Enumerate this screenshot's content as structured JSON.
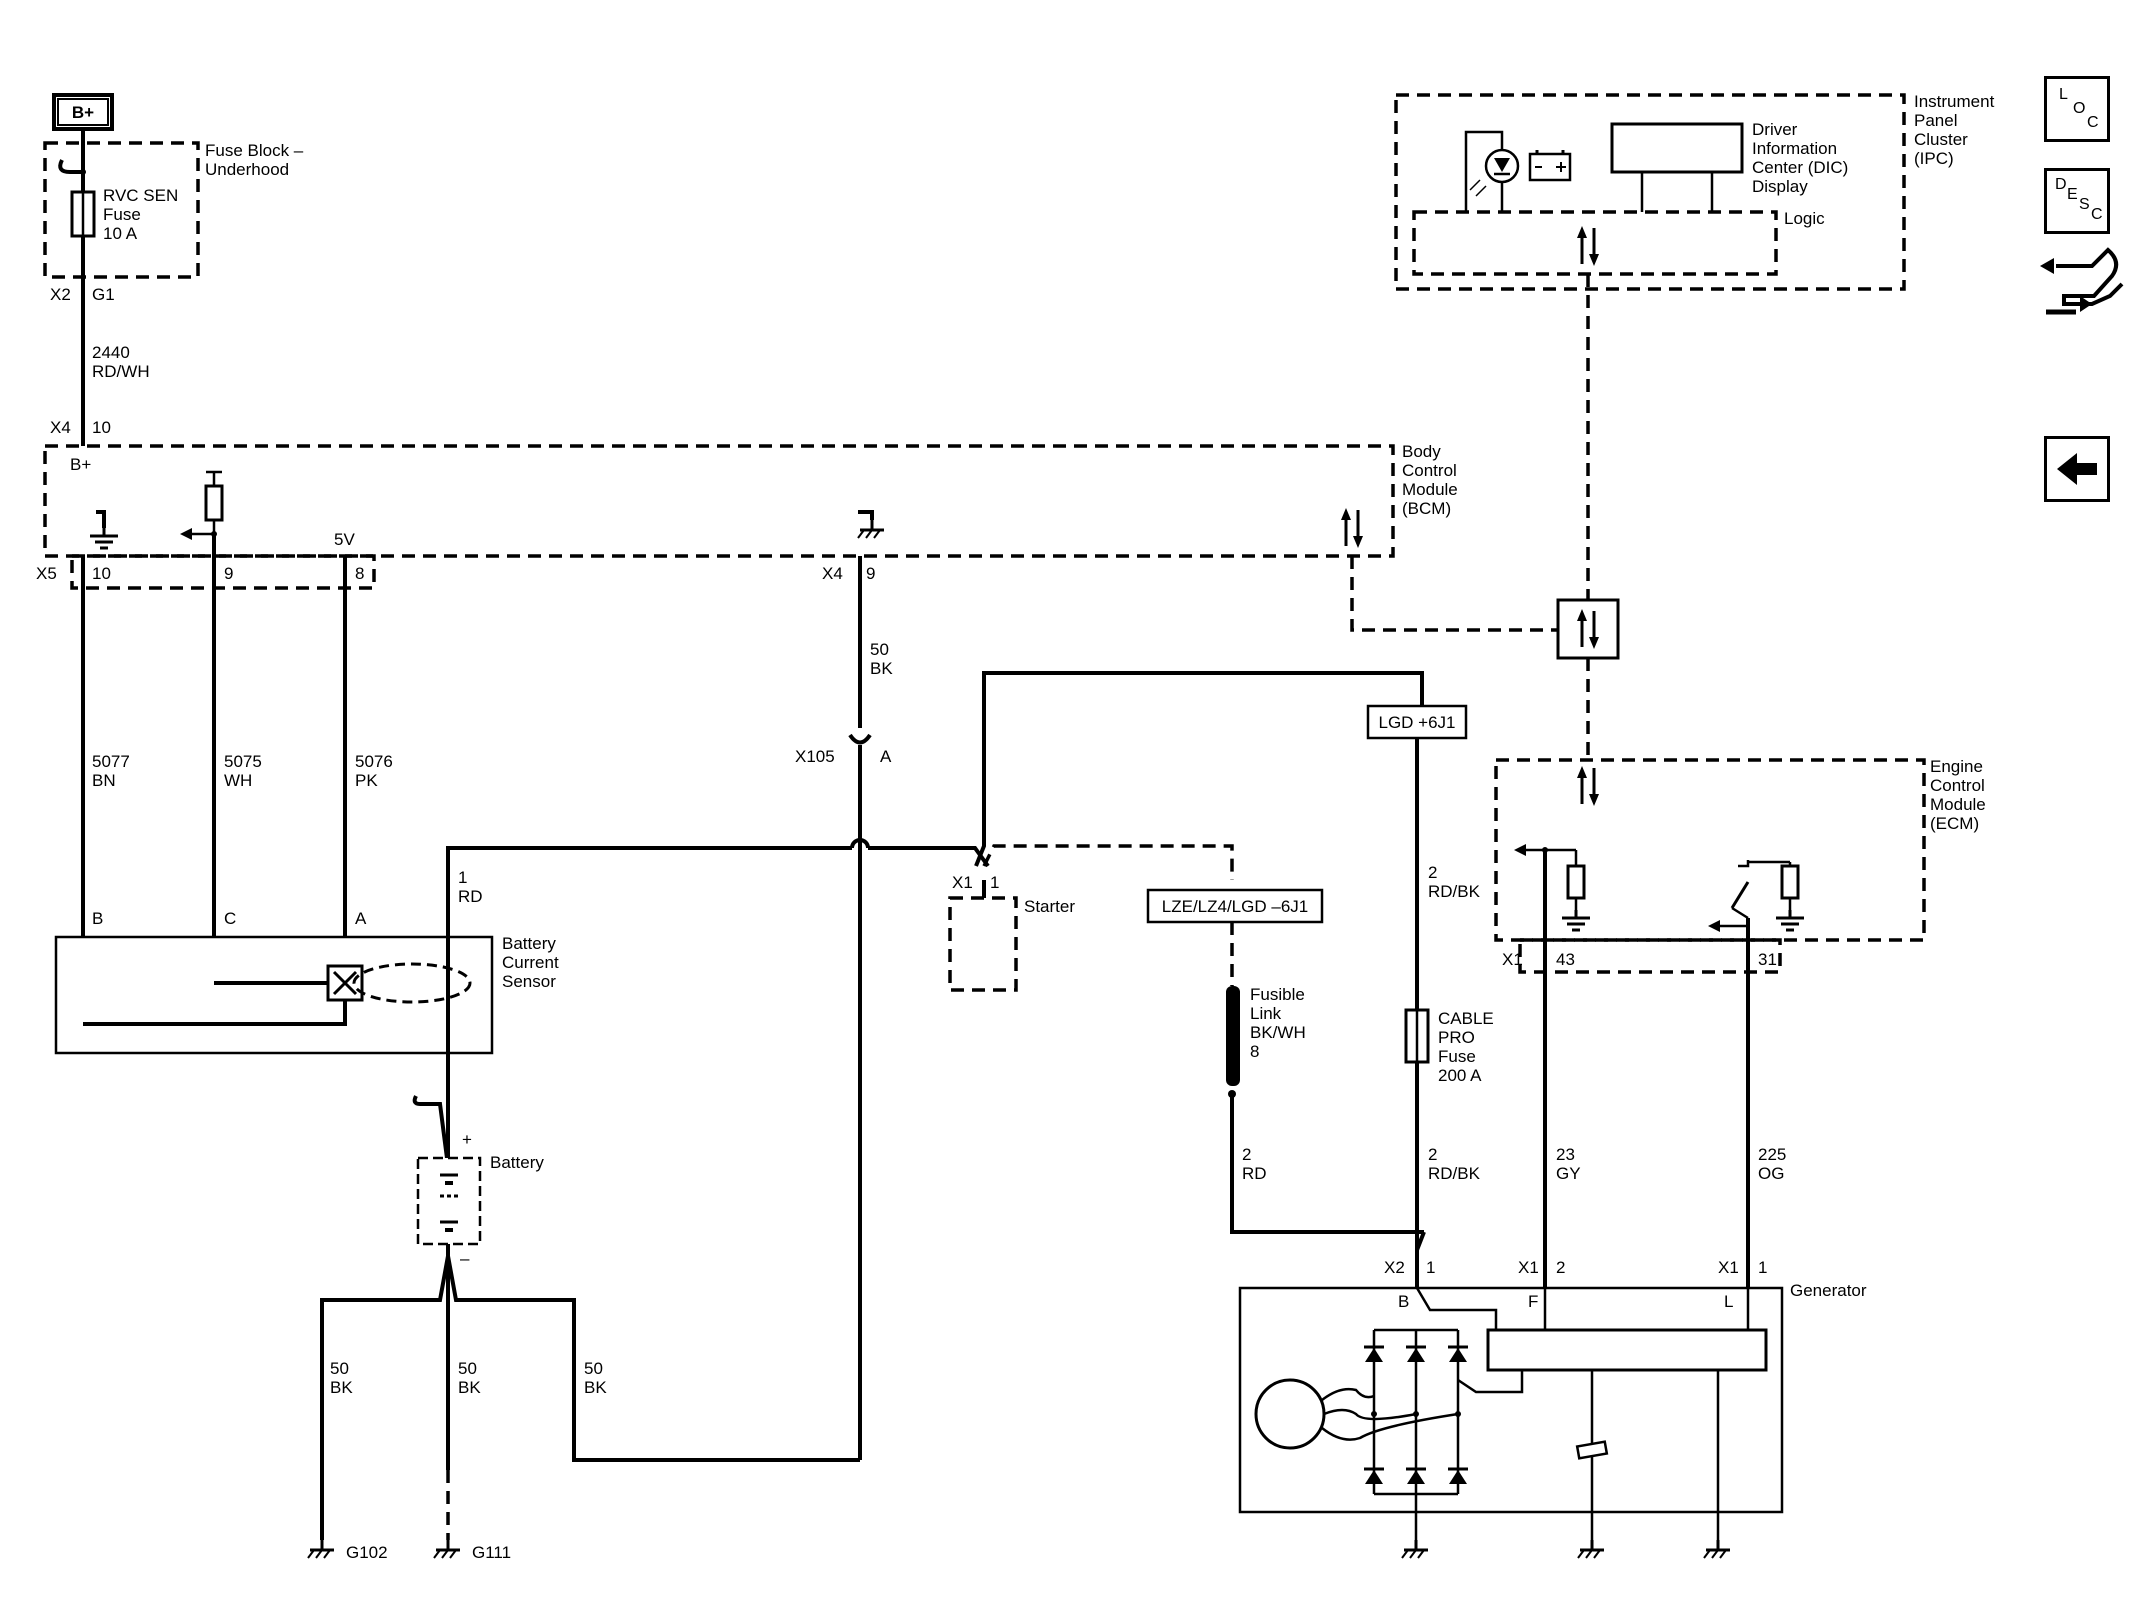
{
  "power": {
    "bplus_tag": "B+"
  },
  "fuse_block": {
    "title_line1": "Fuse Block –",
    "title_line2": "Underhood",
    "fuse_line1": "RVC SEN",
    "fuse_line2": "Fuse",
    "fuse_line3": "10 A",
    "conn_x2": "X2",
    "pin_g1": "G1"
  },
  "wire_2440": {
    "circuit": "2440",
    "color": "RD/WH"
  },
  "bcm": {
    "title": [
      "Body",
      "Control",
      "Module",
      "(BCM)"
    ],
    "x4_top": "X4",
    "pin_10_top": "10",
    "bplus": "B+",
    "v5": "5V",
    "x5": "X5",
    "pin_10": "10",
    "pin_9": "9",
    "pin_8": "8",
    "x4_right": "X4",
    "pin_9_right": "9"
  },
  "wires": {
    "w5077": {
      "circuit": "5077",
      "color": "BN"
    },
    "w5075": {
      "circuit": "5075",
      "color": "WH"
    },
    "w5076": {
      "circuit": "5076",
      "color": "PK"
    },
    "w50_top": {
      "circuit": "50",
      "color": "BK"
    },
    "w1_rd": {
      "circuit": "1",
      "color": "RD"
    },
    "w2_rdbk_top": {
      "circuit": "2",
      "color": "RD/BK"
    },
    "w2_rd": {
      "circuit": "2",
      "color": "RD"
    },
    "w2_rdbk_bottom": {
      "circuit": "2",
      "color": "RD/BK"
    },
    "w23": {
      "circuit": "23",
      "color": "GY"
    },
    "w225": {
      "circuit": "225",
      "color": "OG"
    },
    "w50_g102": {
      "circuit": "50",
      "color": "BK"
    },
    "w50_g111": {
      "circuit": "50",
      "color": "BK"
    },
    "w50_return": {
      "circuit": "50",
      "color": "BK"
    }
  },
  "splice": {
    "name": "X105",
    "pin": "A"
  },
  "battery_sensor": {
    "pin_b": "B",
    "pin_c": "C",
    "pin_a": "A",
    "title": [
      "Battery",
      "Current",
      "Sensor"
    ]
  },
  "battery": {
    "title": "Battery",
    "plus": "+",
    "minus": "–"
  },
  "grounds": {
    "g102": "G102",
    "g111": "G111"
  },
  "starter": {
    "conn": "X1",
    "pin": "1",
    "title": "Starter"
  },
  "options": {
    "lgd": "LGD +6J1",
    "lze": "LZE/LZ4/LGD –6J1"
  },
  "fusible_link": {
    "line1": "Fusible",
    "line2": "Link",
    "line3": "BK/WH",
    "line4": "8"
  },
  "cable_fuse": {
    "line1": "CABLE",
    "line2": "PRO",
    "line3": "Fuse",
    "line4": "200 A"
  },
  "ipc": {
    "title": [
      "Instrument",
      "Panel",
      "Cluster",
      "(IPC)"
    ],
    "dic": [
      "Driver",
      "Information",
      "Center (DIC)",
      "Display"
    ],
    "logic": "Logic"
  },
  "ecm": {
    "title": [
      "Engine",
      "Control",
      "Module",
      "(ECM)"
    ],
    "conn": "X1",
    "pin_43": "43",
    "pin_31": "31"
  },
  "generator": {
    "title": "Generator",
    "x2": "X2",
    "x2_pin": "1",
    "x1_f": "X1",
    "x1_f_pin": "2",
    "x1_l": "X1",
    "x1_l_pin": "1",
    "term_b": "B",
    "term_f": "F",
    "term_l": "L"
  },
  "nav": {
    "loc": [
      "L",
      "O",
      "C"
    ],
    "desc": [
      "D",
      "E",
      "S",
      "C"
    ]
  }
}
